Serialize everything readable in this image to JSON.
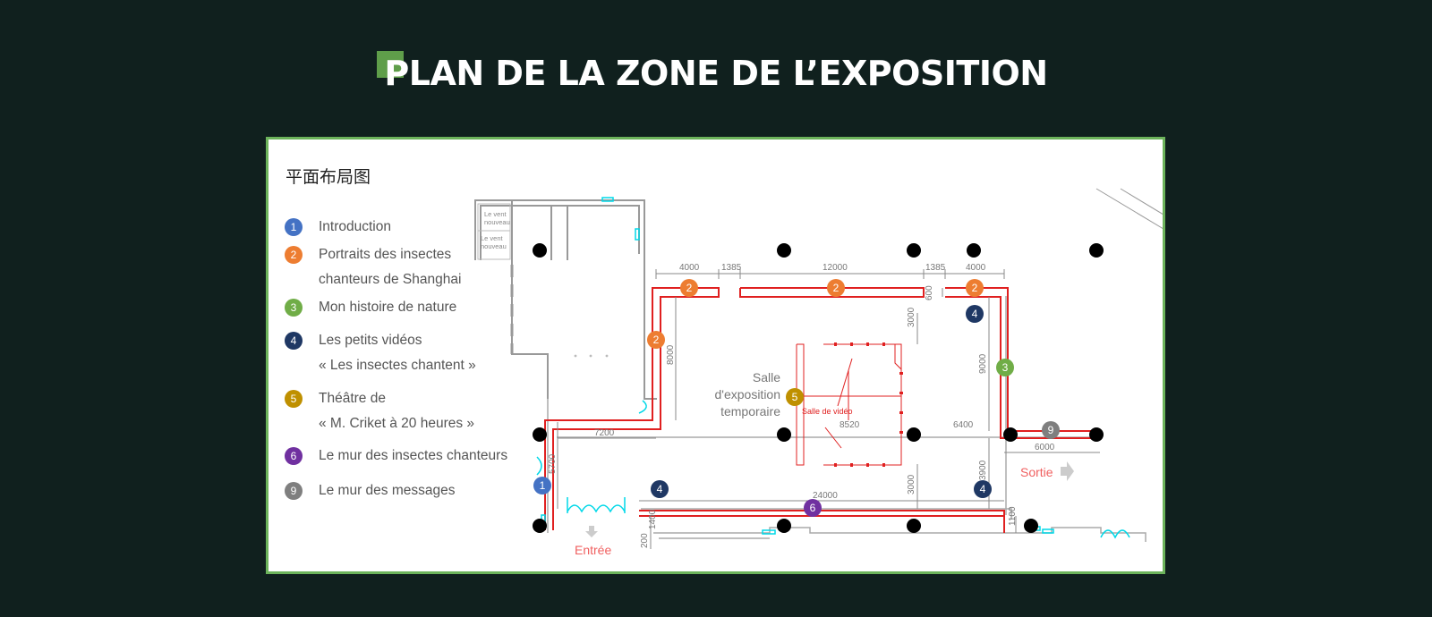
{
  "page": {
    "title": "PLAN DE LA ZONE DE L’EXPOSITION"
  },
  "panel": {
    "subtitle": "平面布局图"
  },
  "legend": [
    {
      "num": "1",
      "color": "#4472c4",
      "lines": [
        "Introduction"
      ]
    },
    {
      "num": "2",
      "color": "#ed7d31",
      "lines": [
        "Portraits des insectes",
        "chanteurs de Shanghai"
      ]
    },
    {
      "num": "3",
      "color": "#70ad47",
      "lines": [
        "Mon histoire de nature"
      ]
    },
    {
      "num": "4",
      "color": "#1f3864",
      "lines": [
        "Les petits vidéos",
        "« Les insectes chantent »"
      ]
    },
    {
      "num": "5",
      "color": "#bf9000",
      "lines": [
        "Théâtre de",
        "« M. Criket à 20 heures »"
      ]
    },
    {
      "num": "6",
      "color": "#7030a0",
      "lines": [
        "Le mur des insectes chanteurs"
      ]
    },
    {
      "num": "9",
      "color": "#7f7f7f",
      "lines": [
        "Le mur des messages"
      ]
    }
  ],
  "plan": {
    "dimensions": {
      "d4000a": "4000",
      "d1385a": "1385",
      "d12000": "12000",
      "d1385b": "1385",
      "d4000b": "4000",
      "d600": "600",
      "d3000a": "3000",
      "d8000": "8000",
      "d9000": "9000",
      "d7200": "7200",
      "d8520": "8520",
      "d6400": "6400",
      "d6000": "6000",
      "d5700": "5700",
      "d24000": "24000",
      "d3000b": "3000",
      "d3900": "3900",
      "d1400": "1400",
      "d200": "200",
      "d1100": "1100"
    },
    "labels": {
      "salle1": "Salle",
      "salle2": "d'exposition",
      "salle3": "temporaire",
      "video": "Salle de vidéo",
      "entree": "Entrée",
      "sortie": "Sortie",
      "vent1": "Le vent",
      "vent1b": "nouveau",
      "vent2": "Le vent",
      "vent2b": "nouveau"
    },
    "markers": [
      {
        "num": "2"
      },
      {
        "num": "2"
      },
      {
        "num": "2"
      },
      {
        "num": "2"
      },
      {
        "num": "4"
      },
      {
        "num": "3"
      },
      {
        "num": "5"
      },
      {
        "num": "9"
      },
      {
        "num": "1"
      },
      {
        "num": "4"
      },
      {
        "num": "6"
      },
      {
        "num": "4"
      }
    ]
  },
  "colors": {
    "background": "#10201e",
    "panel_border": "#6cb35b",
    "title_accent": "#5f9e4a",
    "walls_red": "#e02020",
    "entry_exit_text": "#f06060",
    "cyan": "#00d8e8"
  }
}
